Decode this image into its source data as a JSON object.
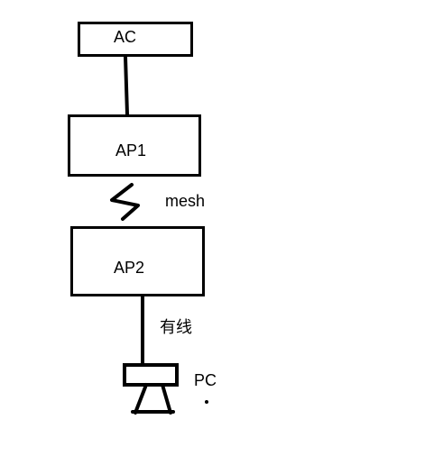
{
  "nodes": {
    "ac": {
      "label": "AC"
    },
    "ap1": {
      "label": "AP1"
    },
    "ap2": {
      "label": "AP2"
    },
    "pc": {
      "label": "PC"
    }
  },
  "links": {
    "mesh": {
      "label": "mesh"
    },
    "wired": {
      "label": "有线"
    }
  }
}
